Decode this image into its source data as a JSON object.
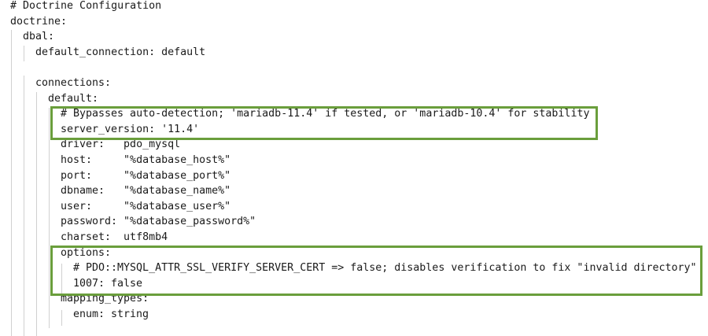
{
  "document": {
    "lines": [
      {
        "indent": 0,
        "text": "# Doctrine Configuration"
      },
      {
        "indent": 0,
        "text": "doctrine:"
      },
      {
        "indent": 1,
        "text": "dbal:"
      },
      {
        "indent": 2,
        "text": "default_connection: default"
      },
      {
        "indent": 0,
        "text": ""
      },
      {
        "indent": 2,
        "text": "connections:"
      },
      {
        "indent": 3,
        "text": "default:"
      },
      {
        "indent": 4,
        "text": "# Bypasses auto-detection; 'mariadb-11.4' if tested, or 'mariadb-10.4' for stability"
      },
      {
        "indent": 4,
        "text": "server_version: '11.4'"
      },
      {
        "indent": 4,
        "text": "driver:   pdo_mysql"
      },
      {
        "indent": 4,
        "text": "host:     \"%database_host%\""
      },
      {
        "indent": 4,
        "text": "port:     \"%database_port%\""
      },
      {
        "indent": 4,
        "text": "dbname:   \"%database_name%\""
      },
      {
        "indent": 4,
        "text": "user:     \"%database_user%\""
      },
      {
        "indent": 4,
        "text": "password: \"%database_password%\""
      },
      {
        "indent": 4,
        "text": "charset:  utf8mb4"
      },
      {
        "indent": 4,
        "text": "options:"
      },
      {
        "indent": 5,
        "text": "# PDO::MYSQL_ATTR_SSL_VERIFY_SERVER_CERT => false; disables verification to fix \"invalid directory\""
      },
      {
        "indent": 5,
        "text": "1007: false"
      },
      {
        "indent": 4,
        "text": "mapping_types:"
      },
      {
        "indent": 5,
        "text": "enum: string"
      }
    ]
  },
  "highlights": {
    "color": "#6a9e3c",
    "boxes": [
      {
        "label": "server-version-highlight",
        "lines": [
          7,
          8
        ]
      },
      {
        "label": "options-highlight",
        "lines": [
          16,
          17,
          18
        ]
      }
    ]
  }
}
